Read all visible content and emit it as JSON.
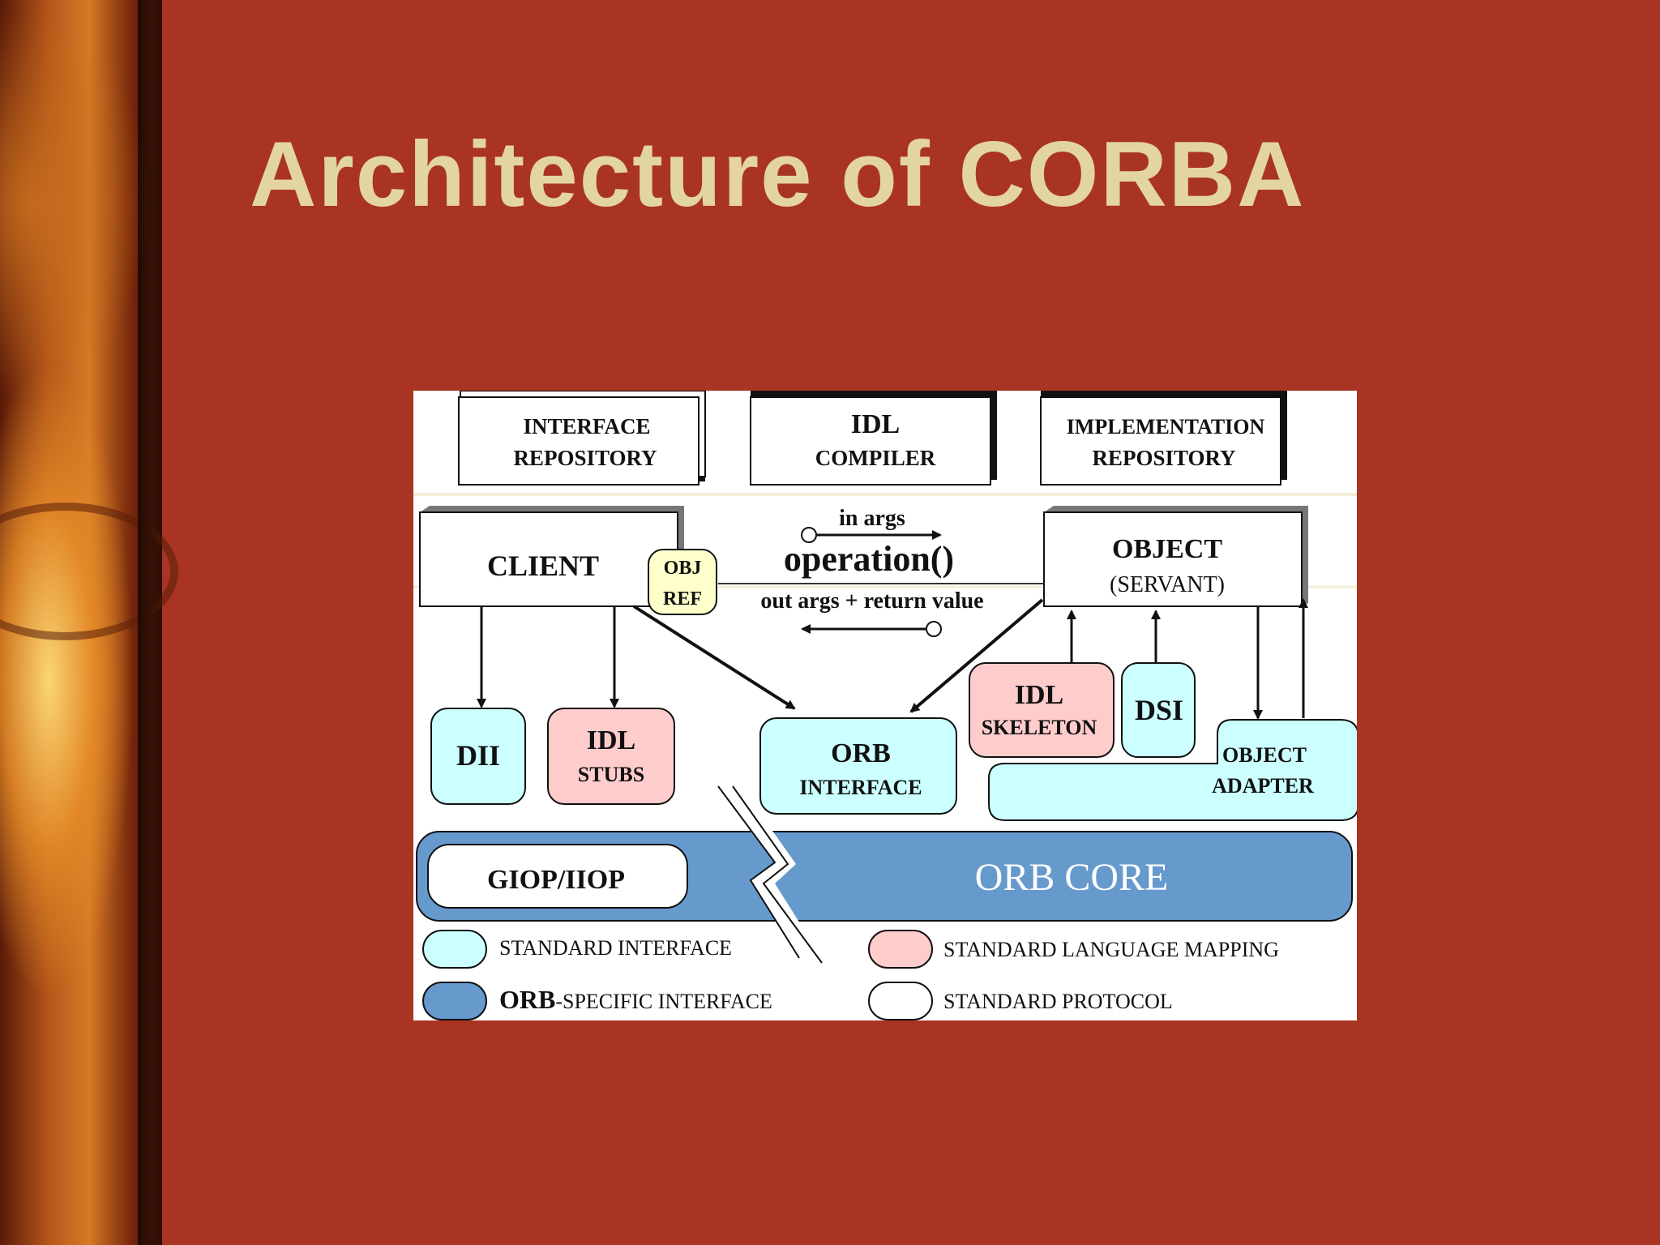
{
  "slide": {
    "title": "Architecture of CORBA"
  },
  "diagram": {
    "interface_repository": [
      "INTERFACE",
      "REPOSITORY"
    ],
    "idl_compiler": [
      "IDL",
      "COMPILER"
    ],
    "implementation_repository": [
      "IMPLEMENTATION",
      "REPOSITORY"
    ],
    "client": "CLIENT",
    "obj_ref": [
      "OBJ",
      "REF"
    ],
    "in_args": "in  args",
    "operation": "operation()",
    "out_args": "out  args + return  value",
    "object": [
      "OBJECT",
      "(SERVANT)"
    ],
    "dii": "DII",
    "idl_stubs": [
      "IDL",
      "STUBS"
    ],
    "orb_interface": [
      "ORB",
      "INTERFACE"
    ],
    "idl_skeleton": [
      "IDL",
      "SKELETON"
    ],
    "dsi": "DSI",
    "object_adapter": [
      "OBJECT",
      "ADAPTER"
    ],
    "giop": "GIOP/IIOP",
    "orb_core": "ORB  CORE",
    "legend": {
      "standard_interface": "STANDARD  INTERFACE",
      "standard_language_mapping": "STANDARD  LANGUAGE  MAPPING",
      "orb_specific_prefix": "ORB",
      "orb_specific_suffix": "-SPECIFIC  INTERFACE",
      "standard_protocol": "STANDARD  PROTOCOL"
    },
    "colors": {
      "standard_interface": "#ccffff",
      "language_mapping": "#ffcccc",
      "orb_specific": "#6699cc",
      "protocol": "#ffffff",
      "obj_ref": "#ffffcc"
    }
  }
}
